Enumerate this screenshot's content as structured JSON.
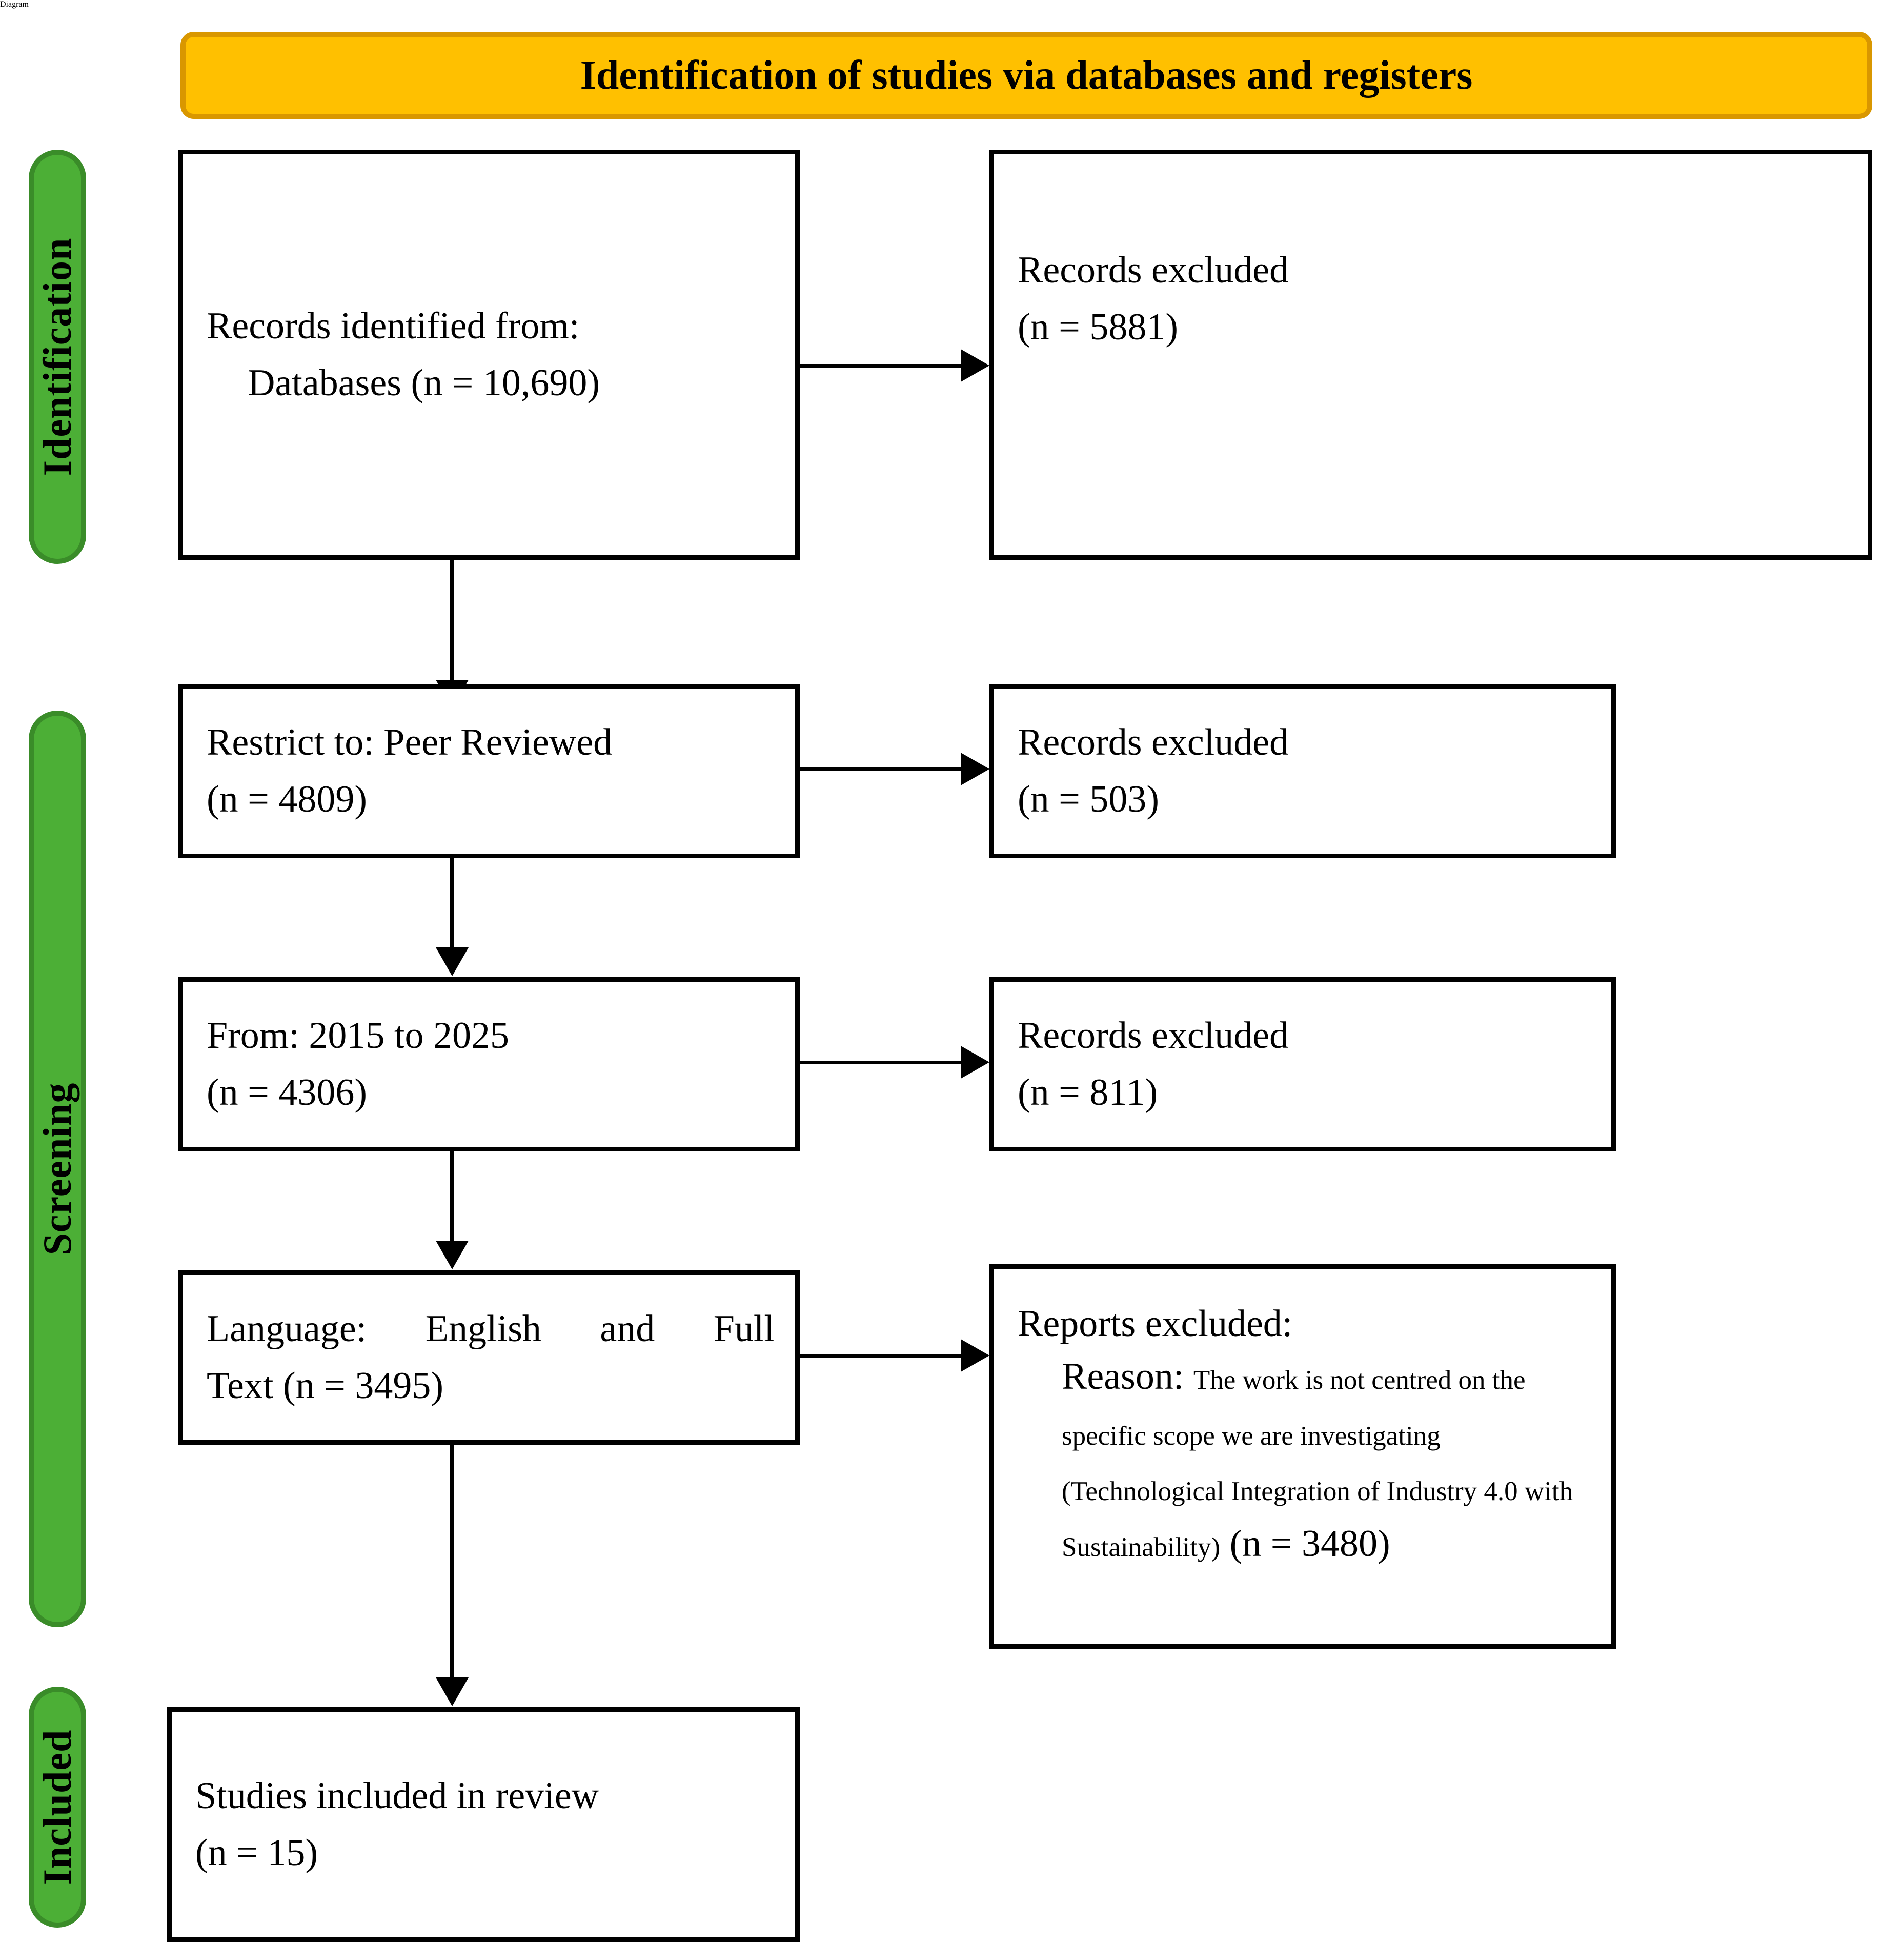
{
  "header": {
    "title": "Identification of studies via databases and registers",
    "bg_color": "#FFC000",
    "border_color": "#D99700"
  },
  "phases": {
    "color": "#4CAF36",
    "border_color": "#3A8C29",
    "identification": "Identification",
    "screening": "Screening",
    "included": "Included"
  },
  "boxes": {
    "records_identified": {
      "line1": "Records identified from:",
      "line2": "Databases (n = 10,690)"
    },
    "records_excluded_1": {
      "line1": "Records excluded",
      "line2": "(n = 5881)"
    },
    "peer_reviewed": {
      "line1": "Restrict to: Peer Reviewed",
      "line2": "(n = 4809)"
    },
    "records_excluded_2": {
      "line1": "Records excluded",
      "line2": "(n = 503)"
    },
    "date_range": {
      "line1": "From: 2015 to 2025",
      "line2": "(n = 4306)"
    },
    "records_excluded_3": {
      "line1": "Records excluded",
      "line2": "(n = 811)"
    },
    "language_fulltext": {
      "line1": "Language: English and Full",
      "line2": "Text (n = 3495)"
    },
    "reports_excluded": {
      "heading": "Reports excluded:",
      "reason_label": "Reason:",
      "reason_text": "The work is not centred on the specific scope we are investigating (Technological Integration of Industry 4.0 with Sustainability)",
      "count": "(n = 3480)"
    },
    "studies_included": {
      "line1": "Studies included in review",
      "line2": "(n = 15)"
    }
  }
}
